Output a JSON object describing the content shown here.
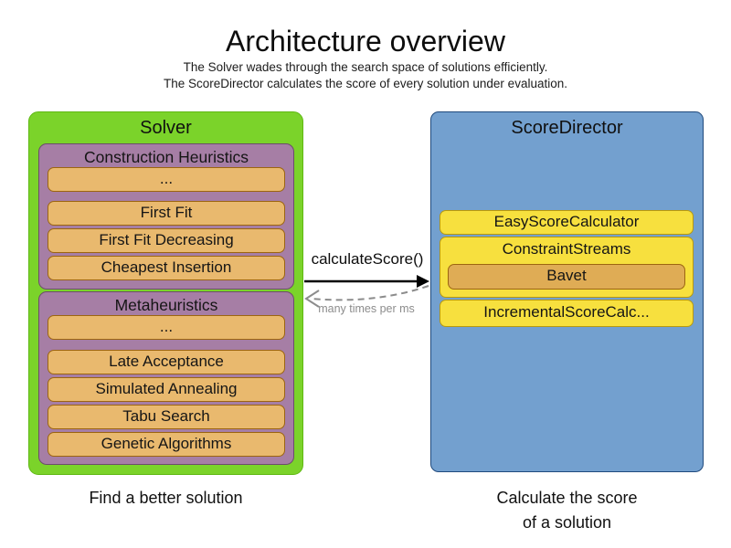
{
  "header": {
    "title": "Architecture overview",
    "subtitle1": "The Solver wades through the search space of solutions efficiently.",
    "subtitle2": "The ScoreDirector calculates the score of every solution under evaluation."
  },
  "solver": {
    "title": "Solver",
    "caption": "Find a better solution",
    "groups": [
      {
        "title": "Construction Heuristics",
        "items": [
          "First Fit",
          "First Fit Decreasing",
          "Cheapest Insertion",
          "..."
        ]
      },
      {
        "title": "Metaheuristics",
        "items": [
          "Late Acceptance",
          "Simulated Annealing",
          "Tabu Search",
          "Genetic Algorithms",
          "..."
        ]
      }
    ]
  },
  "score_director": {
    "title": "ScoreDirector",
    "caption_line1": "Calculate the score",
    "caption_line2": "of a solution",
    "calculators": [
      {
        "label": "EasyScoreCalculator"
      },
      {
        "label": "ConstraintStreams",
        "children": [
          {
            "label": "Bavet"
          }
        ]
      },
      {
        "label": "IncrementalScoreCalc..."
      }
    ]
  },
  "interaction": {
    "call_label": "calculateScore()",
    "frequency_label": "many times per ms"
  },
  "colors": {
    "solver-green": "#7bd32a",
    "green-border": "#5fb813",
    "group-purple": "#a67ea5",
    "purple-border": "#6c4d6b",
    "item-orange": "#e9b96e",
    "item-orange-border": "#9c6510",
    "bavet-orange": "#dfac55",
    "director-blue": "#73a0cf",
    "director-blue-border": "#204a7d",
    "calculator-yellow": "#f7e03e",
    "calculator-yellow-border": "#b8990f",
    "arrow-black": "#000000",
    "arrow-gray": "#8c8c8c"
  }
}
